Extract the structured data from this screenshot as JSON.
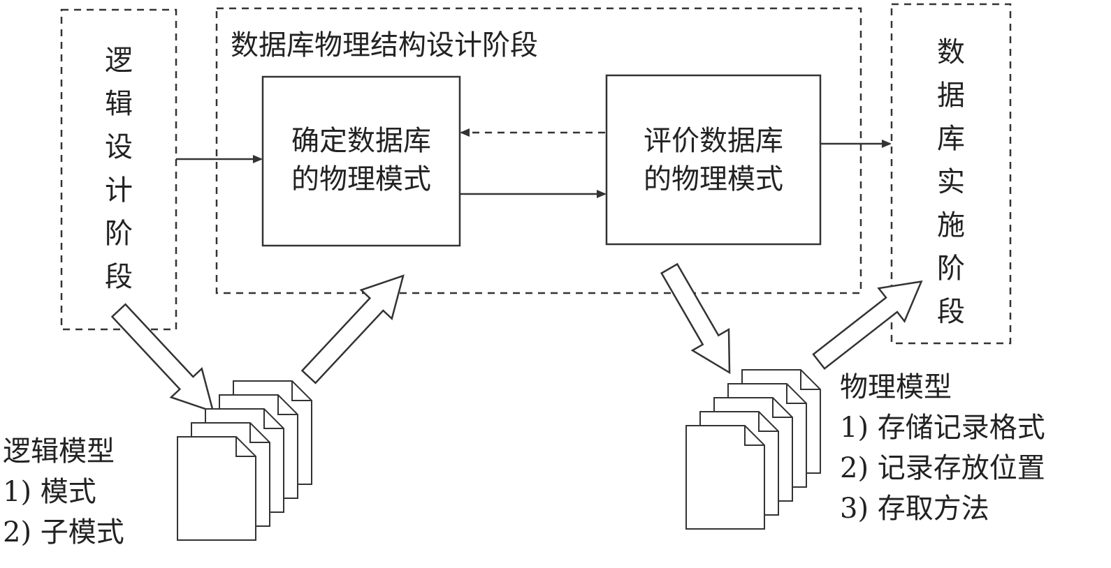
{
  "stages": {
    "logical_design": "逻辑设计阶段",
    "physical_design": "数据库物理结构设计阶段",
    "implementation": "数据库实施阶段"
  },
  "boxes": {
    "determine": [
      "确定数据库",
      "的物理模式"
    ],
    "evaluate": [
      "评价数据库",
      "的物理模式"
    ]
  },
  "logical_model": {
    "title": "逻辑模型",
    "items": [
      "1) 模式",
      "2) 子模式"
    ]
  },
  "physical_model": {
    "title": "物理模型",
    "items": [
      "1) 存储记录格式",
      "2) 记录存放位置",
      "3) 存取方法"
    ]
  }
}
